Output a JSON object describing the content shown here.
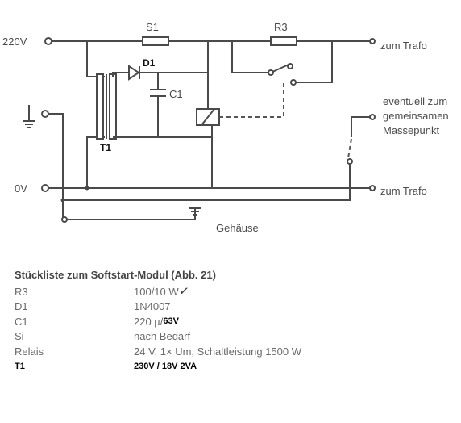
{
  "schematic": {
    "labels": {
      "mains": "220V",
      "zero": "0V",
      "fuse": "S1",
      "resistor": "R3",
      "diode": "D1",
      "capacitor": "C1",
      "transformer": "T1",
      "out_top": "zum Trafo",
      "out_bottom": "zum Trafo",
      "note_line1": "eventuell zum",
      "note_line2": "gemeinsamen",
      "note_line3": "Massepunkt",
      "housing": "Gehäuse"
    }
  },
  "parts_list": {
    "title": "Stückliste zum Softstart-Modul (Abb. 21)",
    "rows": [
      {
        "ref": "R3",
        "value": "100/10 W",
        "mark": "✓"
      },
      {
        "ref": "D1",
        "value": "1N4007"
      },
      {
        "ref": "C1",
        "value": "220 µ/",
        "value_bold": "63V"
      },
      {
        "ref": "Si",
        "value": "nach Bedarf"
      },
      {
        "ref": "Relais",
        "value": "24 V, 1× Um, Schaltleistung 1500 W"
      },
      {
        "ref": "T1",
        "value": "230V / 18V 2VA"
      }
    ]
  }
}
